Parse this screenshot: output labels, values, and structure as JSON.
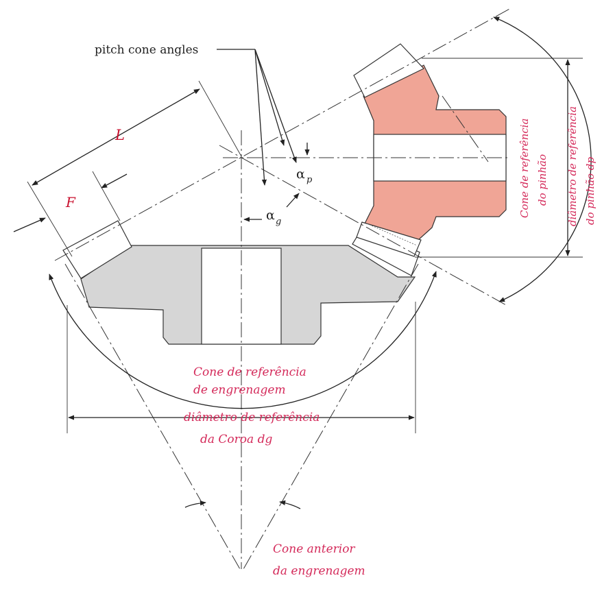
{
  "labels": {
    "pitch_cone_angles": "pitch cone angles",
    "L": "L",
    "F": "F",
    "alpha_p_main": "α",
    "alpha_p_sub": "p",
    "alpha_g_main": "α",
    "alpha_g_sub": "g"
  },
  "handwritten": {
    "pinion_cone_1": "Cone de referência",
    "pinion_cone_2": "do pinhão",
    "pinion_diam_1": "diâmetro de referência",
    "pinion_diam_2": "do pinhão dp",
    "gear_cone_1": "Cone de referência",
    "gear_cone_2": "de engrenagem",
    "gear_diam_1": "diâmetro de referência",
    "gear_diam_2": "da Coroa dg",
    "front_cone_1": "Cone anterior",
    "front_cone_2": "da engrenagem"
  },
  "colors": {
    "gear_fill": "#d6d6d6",
    "pinion_fill": "#f0a596",
    "handwriting": "#d42a5a",
    "line": "#222222"
  }
}
